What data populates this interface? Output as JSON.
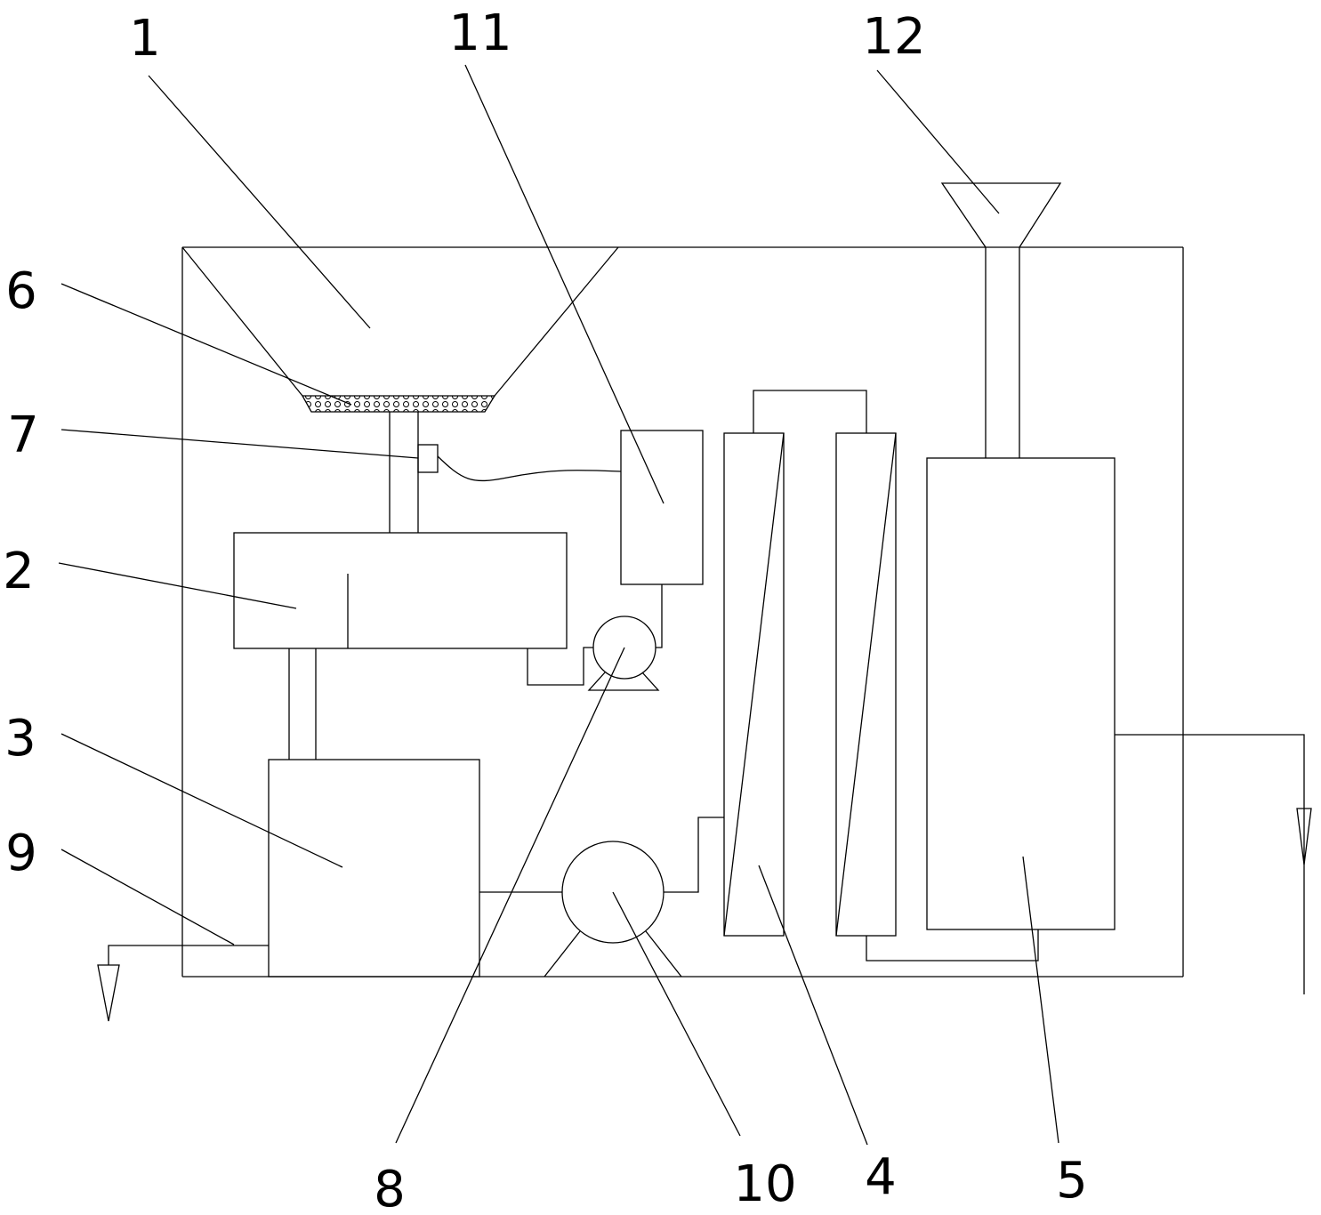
{
  "labels": {
    "l1": "1",
    "l2": "2",
    "l3": "3",
    "l4": "4",
    "l5": "5",
    "l6": "6",
    "l7": "7",
    "l8": "8",
    "l9": "9",
    "l10": "10",
    "l11": "11",
    "l12": "12"
  },
  "colors": {
    "stroke": "#000000",
    "background": "#ffffff",
    "filter_fill": "#d8d8d8"
  }
}
